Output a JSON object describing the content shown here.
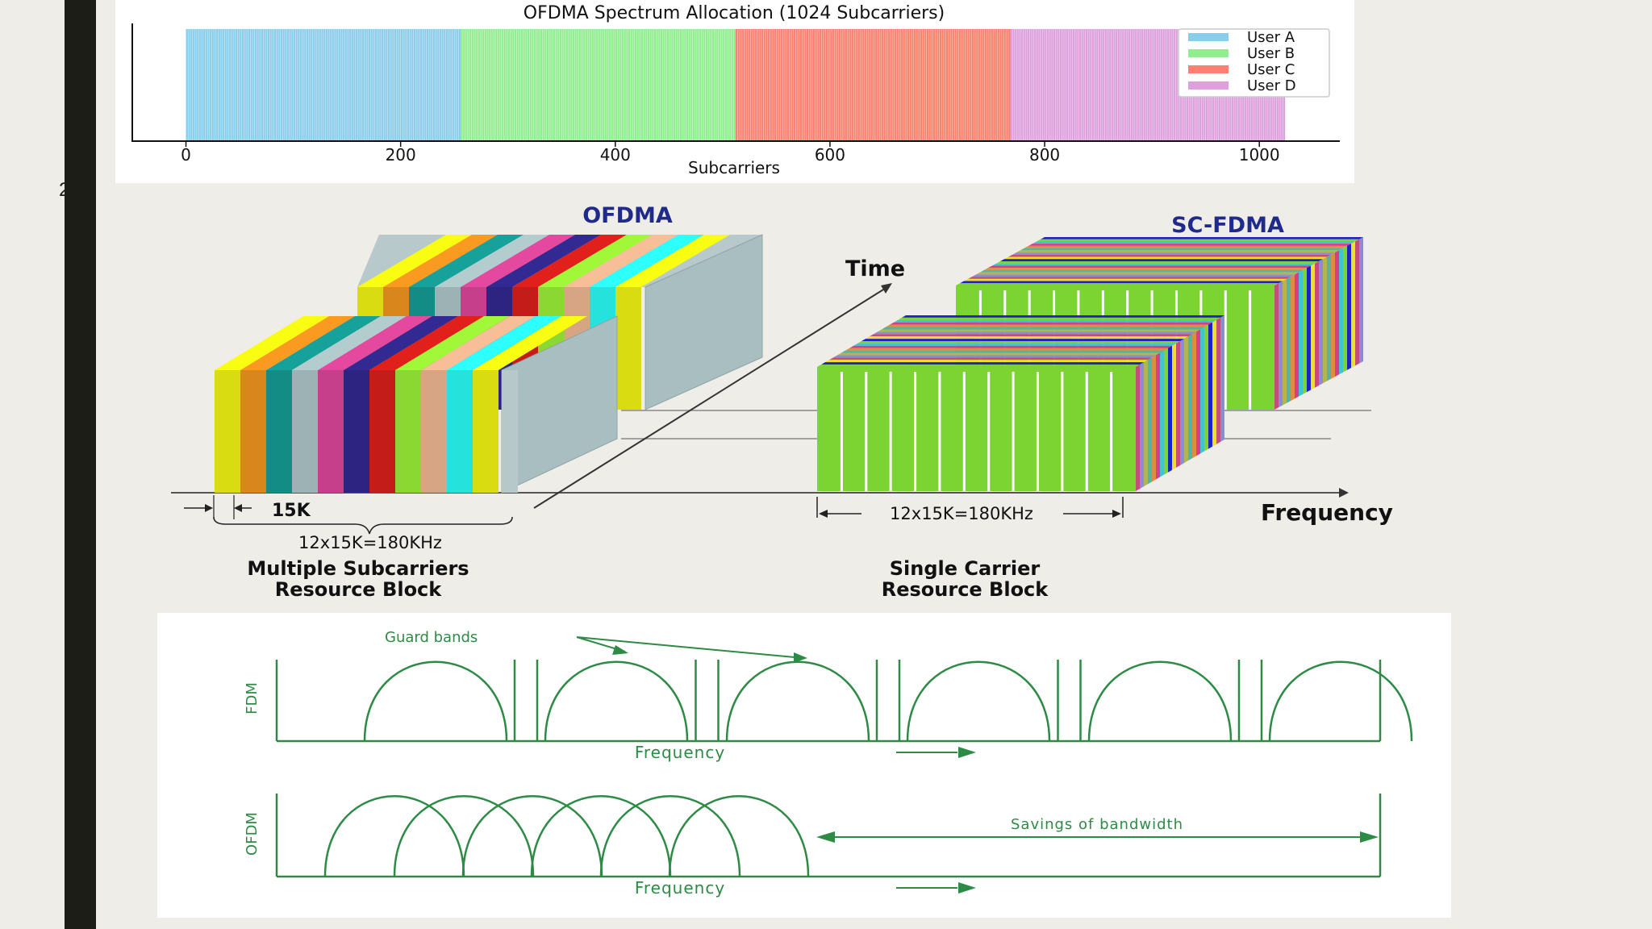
{
  "slide_number": "2",
  "chart_data": {
    "type": "bar",
    "title": "OFDMA Spectrum Allocation (1024 Subcarriers)",
    "xlabel": "Subcarriers",
    "ylabel": "",
    "x_ticks": [
      "0",
      "200",
      "400",
      "600",
      "800",
      "1000"
    ],
    "xlim": [
      -50,
      1075
    ],
    "series": [
      {
        "name": "User A",
        "start": 0,
        "end": 256,
        "color": "#87ceeb"
      },
      {
        "name": "User B",
        "start": 256,
        "end": 512,
        "color": "#90ee90"
      },
      {
        "name": "User C",
        "start": 512,
        "end": 768,
        "color": "#fa8072"
      },
      {
        "name": "User D",
        "start": 768,
        "end": 1024,
        "color": "#dda0dd"
      }
    ],
    "legend_position": "top-right"
  },
  "resource_block_diagram": {
    "ofdma_title": "OFDMA",
    "scfdma_title": "SC-FDMA",
    "time_label": "Time",
    "frequency_label": "Frequency",
    "subcarrier_spacing": "15K",
    "ofdma_bandwidth": "12x15K=180KHz",
    "scfdma_bandwidth": "12x15K=180KHz",
    "ofdma_caption_line1": "Multiple Subcarriers",
    "ofdma_caption_line2": "Resource Block",
    "scfdma_caption_line1": "Single Carrier",
    "scfdma_caption_line2": "Resource Block",
    "ofdma_colors": [
      "#d8dc10",
      "#d9861c",
      "#138c86",
      "#9cb2b4",
      "#c63f8a",
      "#2c2480",
      "#c41c18",
      "#8cd832",
      "#d8a584",
      "#26e2dc",
      "#d8dc10"
    ],
    "scfdma_colors": [
      "#7cd432",
      "#1a22c8",
      "#f0e020",
      "#c64c7c",
      "#8c8cd4",
      "#b4b450",
      "#54b4a4",
      "#e08c40",
      "#d83c8c",
      "#40c4d0"
    ]
  },
  "fdm_ofdm_diagram": {
    "guard_bands_label": "Guard bands",
    "fdm_label": "FDM",
    "ofdm_label": "OFDM",
    "frequency_label_top": "Frequency",
    "frequency_label_bottom": "Frequency",
    "savings_label": "Savings of bandwidth",
    "color": "#2e8b45"
  }
}
